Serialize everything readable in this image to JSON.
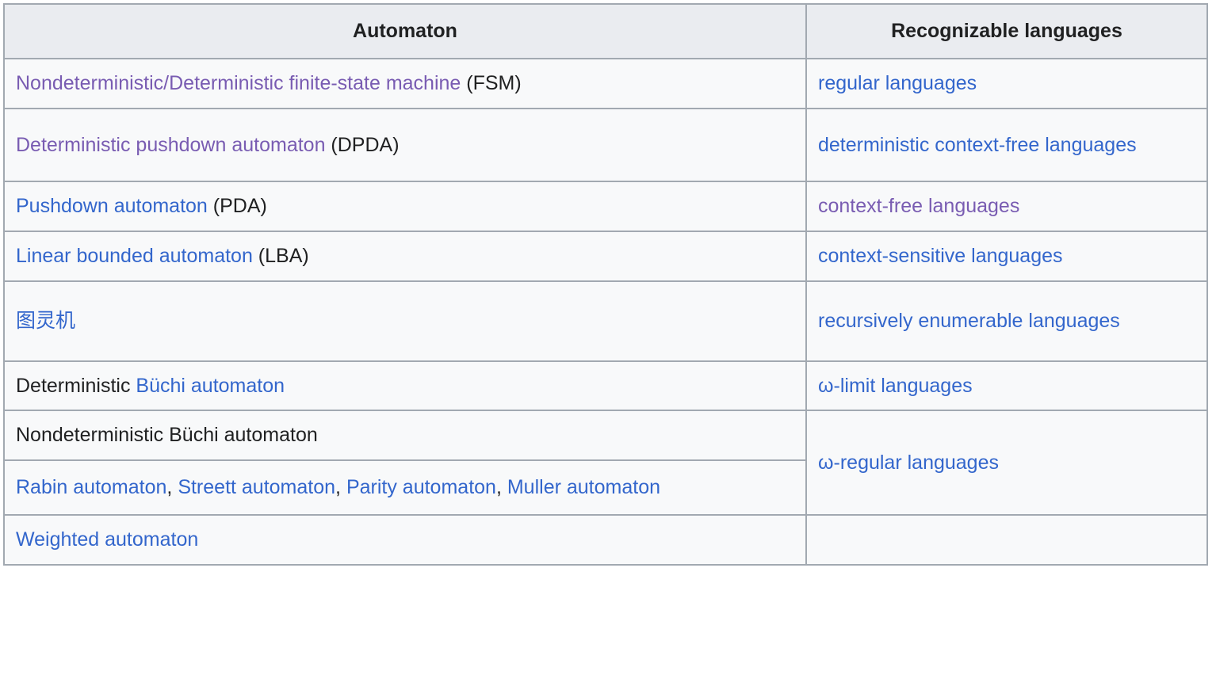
{
  "table": {
    "headers": {
      "automaton": "Automaton",
      "languages": "Recognizable languages"
    },
    "rows": [
      {
        "automaton_parts": [
          {
            "text": "Nondeterministic/Deterministic finite-state machine",
            "style": "visited-link"
          },
          {
            "text": " (FSM)",
            "style": "plain"
          }
        ],
        "language_parts": [
          {
            "text": "regular languages",
            "style": "link"
          }
        ]
      },
      {
        "automaton_parts": [
          {
            "text": "Deterministic pushdown automaton",
            "style": "visited-link"
          },
          {
            "text": " (DPDA)",
            "style": "plain"
          }
        ],
        "language_parts": [
          {
            "text": "deterministic context-free languages",
            "style": "link"
          }
        ]
      },
      {
        "automaton_parts": [
          {
            "text": "Pushdown automaton",
            "style": "link"
          },
          {
            "text": " (PDA)",
            "style": "plain"
          }
        ],
        "language_parts": [
          {
            "text": "context-free languages",
            "style": "visited-link"
          }
        ]
      },
      {
        "automaton_parts": [
          {
            "text": "Linear bounded automaton",
            "style": "link"
          },
          {
            "text": " (LBA)",
            "style": "plain"
          }
        ],
        "language_parts": [
          {
            "text": "context-sensitive languages",
            "style": "link"
          }
        ]
      },
      {
        "automaton_parts": [
          {
            "text": "图灵机",
            "style": "link"
          }
        ],
        "language_parts": [
          {
            "text": "recursively enumerable languages",
            "style": "link"
          }
        ]
      },
      {
        "automaton_parts": [
          {
            "text": "Deterministic ",
            "style": "plain"
          },
          {
            "text": "Büchi automaton",
            "style": "link"
          }
        ],
        "language_parts": [
          {
            "text": "ω-limit languages",
            "style": "link"
          }
        ]
      },
      {
        "automaton_parts": [
          {
            "text": "Nondeterministic Büchi automaton",
            "style": "plain"
          }
        ],
        "language_parts": [
          {
            "text": "ω-regular languages",
            "style": "link"
          }
        ],
        "language_rowspan": 2
      },
      {
        "automaton_parts": [
          {
            "text": "Rabin automaton",
            "style": "link"
          },
          {
            "text": ", ",
            "style": "plain"
          },
          {
            "text": "Streett automaton",
            "style": "link"
          },
          {
            "text": ", ",
            "style": "plain"
          },
          {
            "text": "Parity automaton",
            "style": "link"
          },
          {
            "text": ", ",
            "style": "plain"
          },
          {
            "text": "Muller automaton",
            "style": "link"
          }
        ],
        "language_parts": [],
        "language_hidden": true
      },
      {
        "automaton_parts": [
          {
            "text": "Weighted automaton",
            "style": "link"
          }
        ],
        "language_parts": []
      }
    ]
  },
  "colors": {
    "link": "#3366cc",
    "visited_link": "#795cb2",
    "text": "#202122",
    "border": "#a2a9b1",
    "cell_background": "#f8f9fa",
    "header_background": "#eaecf0"
  }
}
